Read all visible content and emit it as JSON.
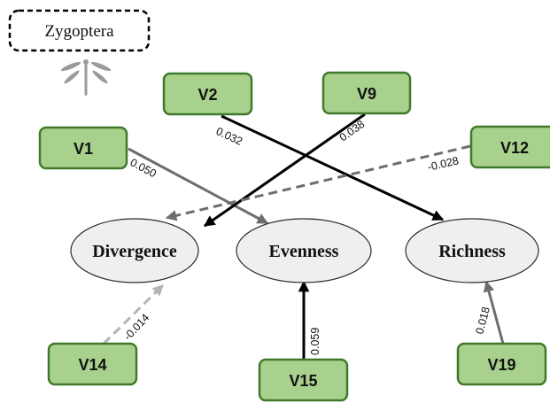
{
  "taxon": "Zygoptera",
  "icons": {
    "taxon_icon": "damselfly-icon"
  },
  "colors": {
    "box_fill": "#a9d18e",
    "box_stroke": "#3f7a2c",
    "ellipse_fill": "#efefef",
    "ellipse_stroke": "#2b2b2b",
    "path_black": "#000000",
    "path_dark_gray": "#6e6e6e",
    "path_light_gray": "#b5b5b5"
  },
  "variables": [
    {
      "id": "v1",
      "label": "V1"
    },
    {
      "id": "v2",
      "label": "V2"
    },
    {
      "id": "v9",
      "label": "V9"
    },
    {
      "id": "v12",
      "label": "V12"
    },
    {
      "id": "v14",
      "label": "V14"
    },
    {
      "id": "v15",
      "label": "V15"
    },
    {
      "id": "v19",
      "label": "V19"
    }
  ],
  "constructs": [
    {
      "id": "divergence",
      "label": "Divergence"
    },
    {
      "id": "evenness",
      "label": "Evenness"
    },
    {
      "id": "richness",
      "label": "Richness"
    }
  ],
  "paths": [
    {
      "id": "v1-evenness",
      "from": "V1",
      "to": "Evenness",
      "coef": "0.050",
      "style": "solid",
      "color": "#6e6e6e"
    },
    {
      "id": "v2-richness",
      "from": "V2",
      "to": "Richness",
      "coef": "0.032",
      "style": "solid",
      "color": "#000000"
    },
    {
      "id": "v9-divergence",
      "from": "V9",
      "to": "Divergence",
      "coef": "0.038",
      "style": "solid",
      "color": "#000000"
    },
    {
      "id": "v12-divergence",
      "from": "V12",
      "to": "Divergence",
      "coef": "-0.028",
      "style": "dashed",
      "color": "#6e6e6e"
    },
    {
      "id": "v14-divergence",
      "from": "V14",
      "to": "Divergence",
      "coef": "-0.014",
      "style": "dashed",
      "color": "#b5b5b5"
    },
    {
      "id": "v15-evenness",
      "from": "V15",
      "to": "Evenness",
      "coef": "0.059",
      "style": "solid",
      "color": "#000000"
    },
    {
      "id": "v19-richness",
      "from": "V19",
      "to": "Richness",
      "coef": "0.018",
      "style": "solid",
      "color": "#6e6e6e"
    }
  ]
}
